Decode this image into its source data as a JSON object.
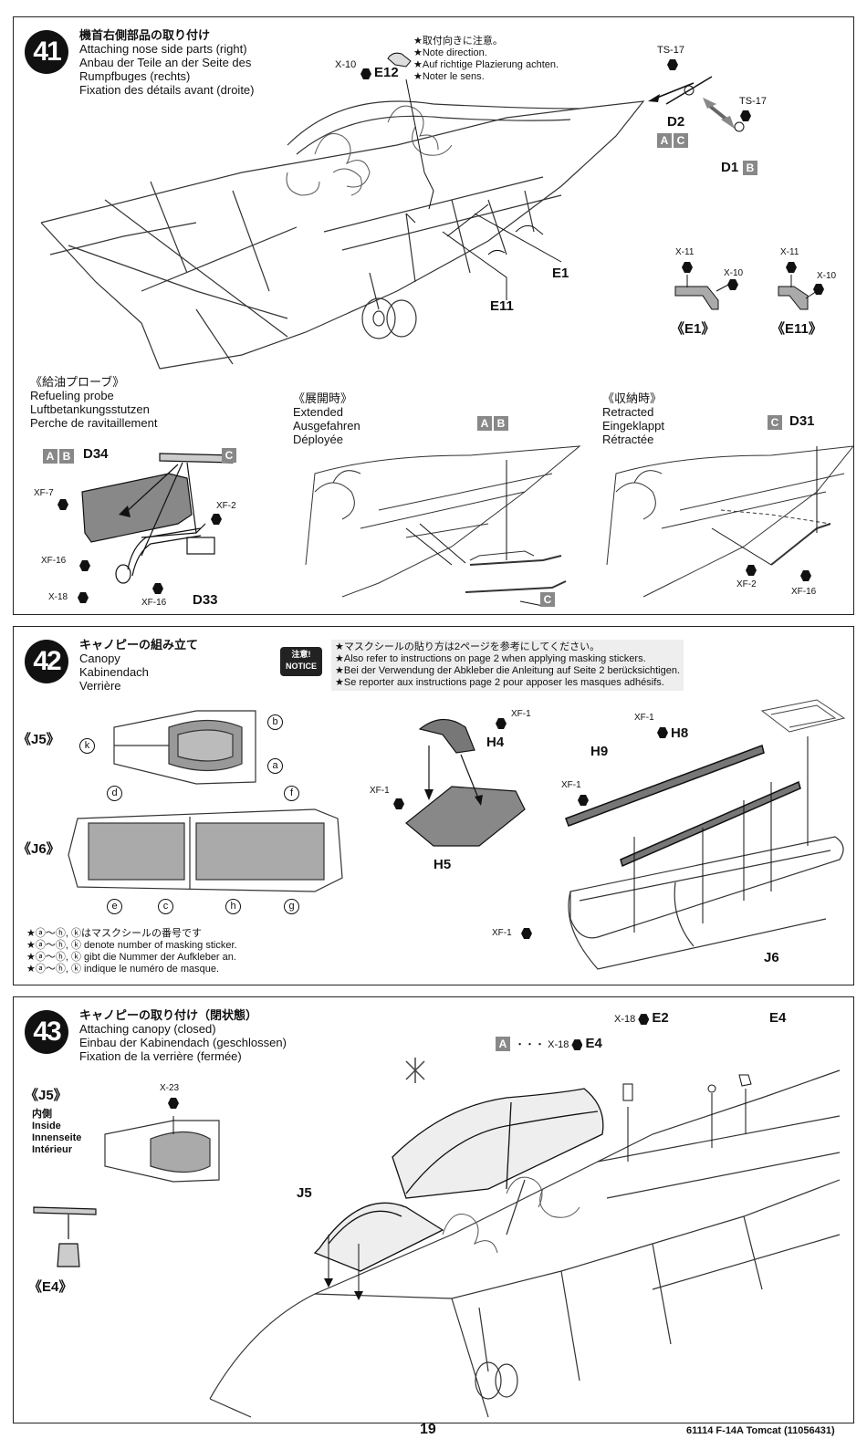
{
  "step41": {
    "number": "41",
    "title_jp": "機首右側部品の取り付け",
    "title_en": "Attaching nose side parts (right)",
    "title_de": "Anbau der Teile an der Seite des",
    "title_de2": "Rumpfbuges (rechts)",
    "title_fr": "Fixation des détails avant (droite)",
    "note_jp": "★取付向きに注意。",
    "note_en": "★Note direction.",
    "note_de": "★Auf richtige Plazierung achten.",
    "note_fr": "★Noter le sens.",
    "paint_x10": "X-10",
    "part_e12": "E12",
    "ts17_top": "TS-17",
    "ts17_right": "TS-17",
    "part_d2": "D2",
    "badge_a": "A",
    "badge_c": "C",
    "part_d1": "D1",
    "badge_b": "B",
    "part_e1": "E1",
    "part_e11": "E11",
    "e1_x11": "X-11",
    "e1_x10": "X-10",
    "e11_x11": "X-11",
    "e11_x10": "X-10",
    "detail_e1": "《E1》",
    "detail_e11": "《E11》",
    "probe_jp": "《給油プローブ》",
    "probe_en": "Refueling probe",
    "probe_de": "Luftbetankungsstutzen",
    "probe_fr": "Perche de ravitaillement",
    "probe_badge_a": "A",
    "probe_badge_b": "B",
    "part_d34": "D34",
    "probe_badge_c": "C",
    "xf7": "XF-7",
    "xf2": "XF-2",
    "xf16a": "XF-16",
    "x18": "X-18",
    "xf16b": "XF-16",
    "part_d33": "D33",
    "ext_jp": "《展開時》",
    "ext_en": "Extended",
    "ext_de": "Ausgefahren",
    "ext_fr": "Déployée",
    "ext_badge_a": "A",
    "ext_badge_b": "B",
    "ext_badge_c": "C",
    "ret_jp": "《収納時》",
    "ret_en": "Retracted",
    "ret_de": "Eingeklappt",
    "ret_fr": "Rétractée",
    "ret_badge_c": "C",
    "part_d31": "D31",
    "ret_xf2": "XF-2",
    "ret_xf16": "XF-16"
  },
  "step42": {
    "number": "42",
    "title_jp": "キャノピーの組み立て",
    "title_en": "Canopy",
    "title_de": "Kabinendach",
    "title_fr": "Verrière",
    "notice_jp": "注意!",
    "notice_en": "NOTICE",
    "note_jp": "★マスクシールの貼り方は2ページを参考にしてください。",
    "note_en": "★Also refer to instructions on page 2 when applying masking stickers.",
    "note_de": "★Bei der Verwendung der Abkleber die Anleitung auf Seite 2 berücksichtigen.",
    "note_fr": "★Se reporter aux instructions page 2 pour apposer les masques adhésifs.",
    "detail_j5": "《J5》",
    "detail_j6": "《J6》",
    "mask_a": "a",
    "mask_b": "b",
    "mask_c": "c",
    "mask_d": "d",
    "mask_e": "e",
    "mask_f": "f",
    "mask_g": "g",
    "mask_h": "h",
    "mask_k": "k",
    "mask_note_jp": "★ⓐ～ⓗ, ⓚはマスクシールの番号です",
    "mask_note_en": "★ⓐ～ⓗ, ⓚ denote number of masking sticker.",
    "mask_note_de": "★ⓐ～ⓗ, ⓚ gibt die Nummer der Aufkleber an.",
    "mask_note_fr": "★ⓐ～ⓗ, ⓚ indique le numéro de masque.",
    "xf1_a": "XF-1",
    "part_h4": "H4",
    "xf1_b": "XF-1",
    "part_h5": "H5",
    "xf1_c": "XF-1",
    "part_h8": "H8",
    "part_h9": "H9",
    "xf1_d": "XF-1",
    "xf1_e": "XF-1",
    "part_j6": "J6"
  },
  "step43": {
    "number": "43",
    "title_jp": "キャノピーの取り付け（閉状態）",
    "title_en": "Attaching canopy (closed)",
    "title_de": "Einbau der Kabinendach (geschlossen)",
    "title_fr": "Fixation de la verrière (fermée)",
    "detail_j5": "《J5》",
    "inside_jp": "内側",
    "inside_en": "Inside",
    "inside_de": "Innenseite",
    "inside_fr": "Intérieur",
    "x23": "X-23",
    "detail_e4": "《E4》",
    "badge_a": "A",
    "dots": "・・・",
    "x18_a": "X-18",
    "part_e4a": "E4",
    "x18_b": "X-18",
    "part_e2": "E2",
    "part_e4b": "E4",
    "part_j5": "J5"
  },
  "footer": {
    "page": "19",
    "code": "61114 F-14A Tomcat (11056431)"
  }
}
